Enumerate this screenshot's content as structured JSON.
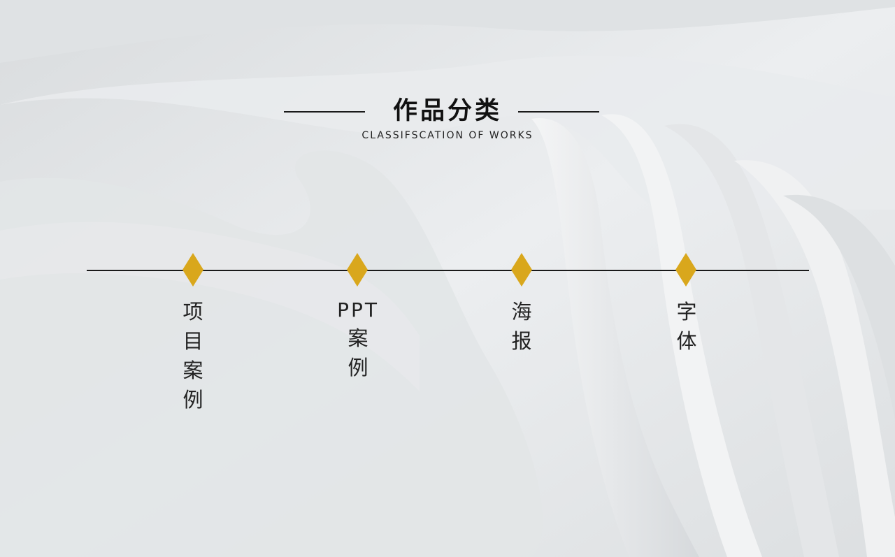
{
  "header": {
    "title": "作品分类",
    "subtitle": "CLASSIFSCATION OF WORKS"
  },
  "colors": {
    "accent": "#d9a71c",
    "line": "#1a1a1a",
    "text": "#222222"
  },
  "categories": [
    {
      "chars": [
        "项",
        "目",
        "案",
        "例"
      ]
    },
    {
      "latin": "PPT",
      "chars": [
        "案",
        "例"
      ]
    },
    {
      "chars": [
        "海",
        "报"
      ]
    },
    {
      "chars": [
        "字",
        "体"
      ]
    }
  ]
}
